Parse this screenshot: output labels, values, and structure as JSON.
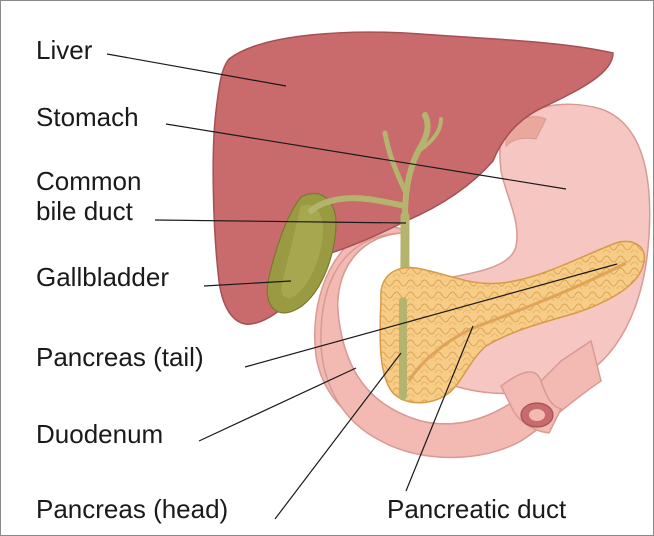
{
  "labels": {
    "liver": "Liver",
    "stomach": "Stomach",
    "common_bile_duct_line1": "Common",
    "common_bile_duct_line2": "bile duct",
    "gallbladder": "Gallbladder",
    "pancreas_tail": "Pancreas (tail)",
    "duodenum": "Duodenum",
    "pancreas_head": "Pancreas (head)",
    "pancreatic_duct": "Pancreatic duct"
  },
  "colors": {
    "liver": "#c96a6c",
    "stomach": "#f6c7c2",
    "duodenum": "#f3b9b3",
    "gallbladder": "#9a9a42",
    "bile_duct": "#b5b46e",
    "pancreas": "#f7cc86",
    "leader_line": "#1a1a1a"
  }
}
